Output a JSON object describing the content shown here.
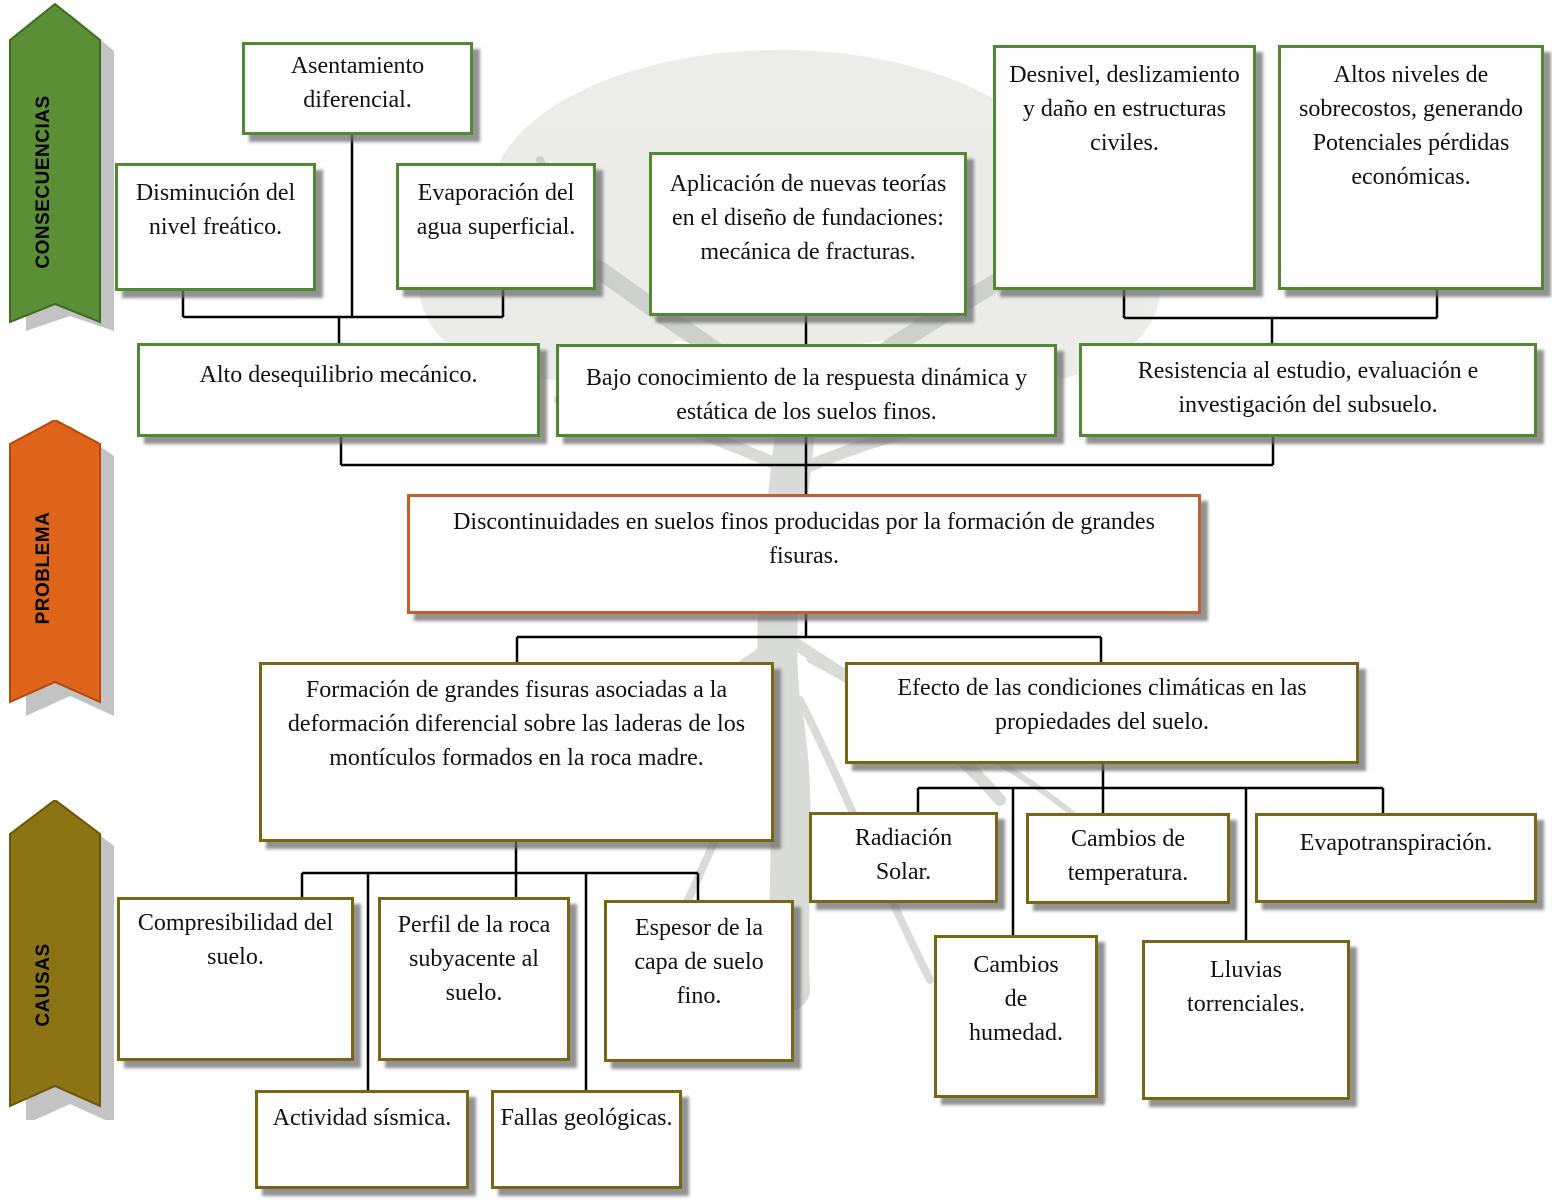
{
  "banners": {
    "consecuencias": {
      "label": "CONSECUENCIAS",
      "color": "#5a8f35"
    },
    "problema": {
      "label": "PROBLEMA",
      "color": "#dd6418"
    },
    "causas": {
      "label": "CAUSAS",
      "color": "#8c7414"
    }
  },
  "consecuencias": {
    "asentamiento": "Asentamiento diferencial.",
    "disminucion": "Disminución del nivel freático.",
    "evaporacion": "Evaporación del agua superficial.",
    "aplicacion": "Aplicación de nuevas teorías en el diseño de fundaciones: mecánica de fracturas.",
    "desnivel": "Desnivel, deslizamiento y daño en estructuras civiles.",
    "sobrecostos": "Altos niveles de sobrecostos, generando Potenciales pérdidas económicas.",
    "desequilibrio": "Alto desequilibrio mecánico.",
    "conocimiento": "Bajo conocimiento de la respuesta dinámica y estática de los suelos finos.",
    "resistencia": "Resistencia al estudio, evaluación e investigación del subsuelo."
  },
  "problema": {
    "texto": "Discontinuidades en suelos finos producidas por la formación de grandes fisuras."
  },
  "causas": {
    "fisuras": "Formación de grandes fisuras asociadas a la deformación diferencial sobre las laderas de los montículos formados en la roca madre.",
    "climaticas": "Efecto de las condiciones climáticas en las propiedades del suelo.",
    "compresibilidad": "Compresibilidad del suelo.",
    "perfil": "Perfil de la roca subyacente al suelo.",
    "espesor": "Espesor de la capa de suelo fino.",
    "actividad": "Actividad sísmica.",
    "fallas": "Fallas geológicas.",
    "radiacion": "Radiación Solar.",
    "temperatura": "Cambios de temperatura.",
    "evapotranspiracion": "Evapotranspiración.",
    "humedad": "Cambios de humedad.",
    "lluvias": "Lluvias torrenciales."
  }
}
